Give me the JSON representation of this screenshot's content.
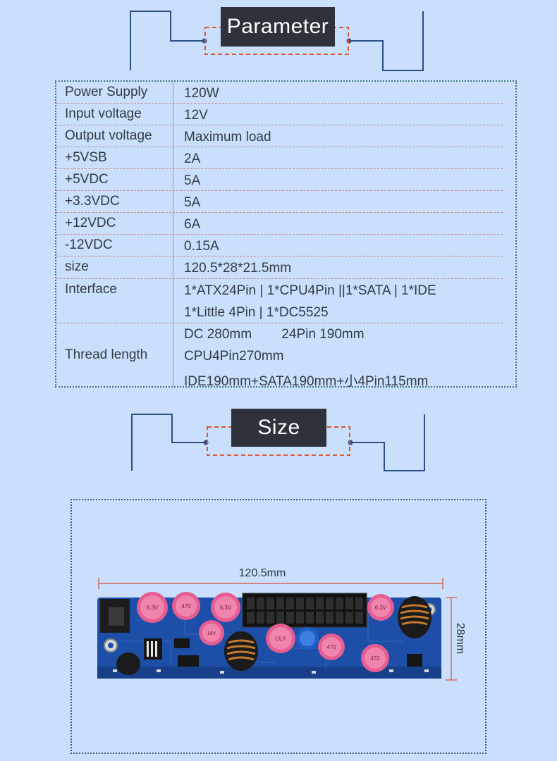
{
  "headings": {
    "parameter": "Parameter",
    "size": "Size"
  },
  "spec_rows": [
    {
      "label": "Power Supply",
      "value": "120W"
    },
    {
      "label": "Input voltage",
      "value": "12V"
    },
    {
      "label": "Output voltage",
      "value": "Maximum load"
    },
    {
      "label": "+5VSB",
      "value": "2A"
    },
    {
      "label": "+5VDC",
      "value": "5A"
    },
    {
      "label": "+3.3VDC",
      "value": "5A"
    },
    {
      "label": "+12VDC",
      "value": "6A"
    },
    {
      "label": "-12VDC",
      "value": "0.15A"
    },
    {
      "label": "size",
      "value": "120.5*28*21.5mm"
    }
  ],
  "interface": {
    "label": "Interface",
    "lines": [
      "1*ATX24Pin | 1*CPU4Pin ||1*SATA | 1*IDE",
      "1*Little 4Pin | 1*DC5525"
    ]
  },
  "thread_length": {
    "label": "Thread length",
    "lines": [
      "DC 280mm        24Pin 190mm",
      "CPU4Pin270mm",
      "IDE190mm+SATA190mm+小4Pin115mm"
    ]
  },
  "dimensions": {
    "width": "120.5mm",
    "height": "28mm"
  },
  "capacitor_markings": [
    "6.3V",
    "470",
    "16V",
    "ULX"
  ],
  "colors": {
    "background": "#c9dffb",
    "heading_box": "#2f323a",
    "heading_frame": "#e2562f",
    "connector_line": "#2b4f86",
    "dimension_line": "#e04a3a",
    "pcb": "#1e4fa8"
  }
}
